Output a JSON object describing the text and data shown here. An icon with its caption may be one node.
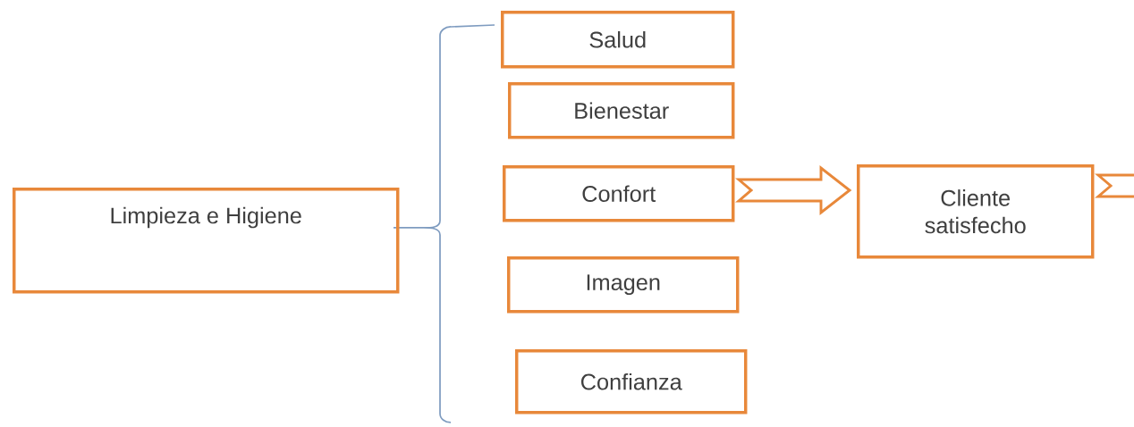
{
  "diagram": {
    "nodes": [
      {
        "text": [
          "Limpieza e Higiene"
        ]
      },
      {
        "text": [
          "Salud"
        ]
      },
      {
        "text": [
          "Bienestar"
        ]
      },
      {
        "text": [
          "Confort"
        ]
      },
      {
        "text": [
          "Imagen"
        ]
      },
      {
        "text": [
          "Confianza"
        ]
      },
      {
        "text": [
          "Cliente satisfecho"
        ]
      }
    ],
    "edges": [
      {
        "from": 3,
        "to": 6,
        "arrow": "to"
      },
      {
        "from": 6,
        "to": null,
        "arrow": "to"
      }
    ]
  }
}
